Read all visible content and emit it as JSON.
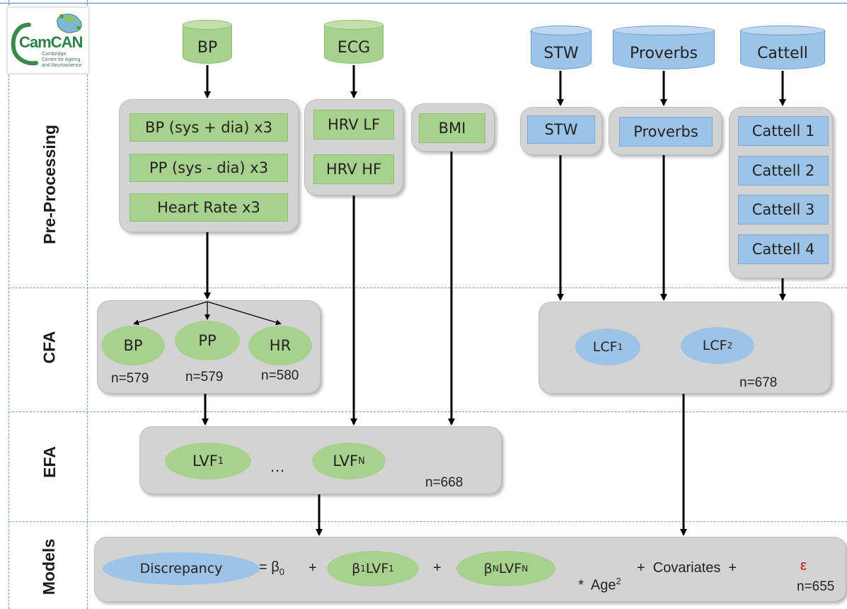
{
  "logo": {
    "brand": "CamCAN",
    "line1": "Cambridge",
    "line2": "Centre for Ageing",
    "line3": "and Neuroscience"
  },
  "row_labels": {
    "preprocessing": "Pre-Processing",
    "cfa": "CFA",
    "efa": "EFA",
    "models": "Models"
  },
  "sources": {
    "bp": "BP",
    "ecg": "ECG",
    "stw": "STW",
    "proverbs": "Proverbs",
    "cattell": "Cattell"
  },
  "preprocessing": {
    "bp_items": [
      "BP (sys + dia) x3",
      "PP (sys - dia) x3",
      "Heart Rate x3"
    ],
    "hrv_items": [
      "HRV LF",
      "HRV HF"
    ],
    "bmi": "BMI",
    "stw": "STW",
    "proverbs": "Proverbs",
    "cattell_items": [
      "Cattell 1",
      "Cattell 2",
      "Cattell 3",
      "Cattell 4"
    ]
  },
  "cfa_left": {
    "factors": [
      "BP",
      "PP",
      "HR"
    ],
    "counts": [
      "n=579",
      "n=579",
      "n=580"
    ]
  },
  "cfa_right": {
    "lcf1_base": "LCF",
    "lcf1_sub": "1",
    "lcf2_base": "LCF",
    "lcf2_sub": "2",
    "count": "n=678"
  },
  "efa": {
    "lvf1_base": "LVF",
    "lvf1_sub": "1",
    "ellipsis": "…",
    "lvfn_base": "LVF",
    "lvfn_sub": "N",
    "count": "n=668"
  },
  "models": {
    "discrepancy": "Discrepancy",
    "eq_beta0": "= β",
    "eq_beta0_sub": "0",
    "plus1": "+",
    "term1_beta": "β",
    "term1_beta_sub": "1",
    "term1_lvf": "LVF",
    "term1_lvf_sub": "1",
    "plus2": "+",
    "termn_beta": "β",
    "termn_beta_sub": "N",
    "termn_lvf": "LVF",
    "termn_lvf_sub": "N",
    "age_prefix": "*  Age",
    "age_sup": "2",
    "covariates": "+  Covariates  +",
    "epsilon": "ε",
    "count": "n=655"
  },
  "colors": {
    "green": "#a9d18e",
    "blue": "#9dc3e6",
    "panel": "#d3d3d3",
    "epsilon": "#e00000"
  }
}
